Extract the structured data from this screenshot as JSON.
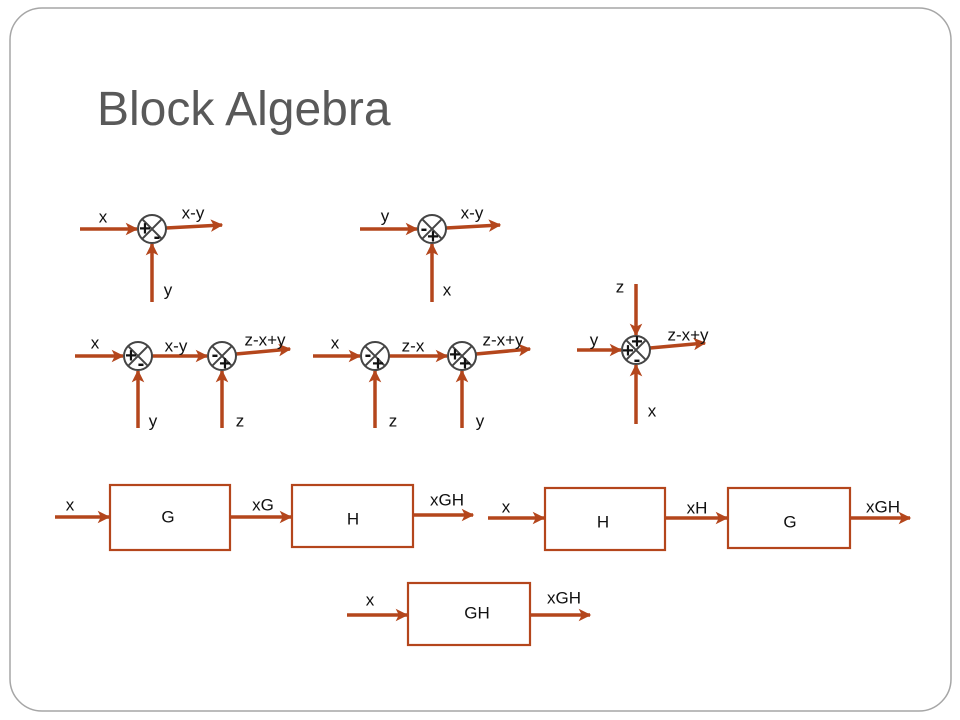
{
  "slide": {
    "title": "Block Algebra"
  },
  "colors": {
    "arrow": "#b4461c",
    "block_border": "#b4461c",
    "junction": "#454545",
    "title": "#595959",
    "label": "#111111",
    "frame": "#a6a6a6"
  },
  "summing_junctions": [
    {
      "left_input": "x",
      "bottom_input": "y",
      "output": "x-y",
      "sign_left": "+",
      "sign_bottom": "-"
    },
    {
      "left_input": "y",
      "bottom_input": "x",
      "output": "x-y",
      "sign_left": "-",
      "sign_bottom": "+"
    }
  ],
  "cascaded_junctions": [
    {
      "left_input": "x",
      "bottom_input_1": "y",
      "intermediate": "x-y",
      "bottom_input_2": "z",
      "output": "z-x+y",
      "junction_1_signs": {
        "left": "+",
        "bottom": "-"
      },
      "junction_2_signs": {
        "left": "-",
        "bottom": "+"
      }
    },
    {
      "left_input": "x",
      "bottom_input_1": "z",
      "intermediate": "z-x",
      "bottom_input_2": "y",
      "output": "z-x+y",
      "junction_1_signs": {
        "left": "-",
        "bottom": "+"
      },
      "junction_2_signs": {
        "left": "+",
        "bottom": "+"
      }
    }
  ],
  "three_input_junction": {
    "top_input": "z",
    "left_input": "y",
    "bottom_input": "x",
    "output": "z-x+y",
    "sign_top": "+",
    "sign_left": "+",
    "sign_bottom": "-"
  },
  "series_blocks": [
    {
      "input": "x",
      "block_1": "G",
      "intermediate": "xG",
      "block_2": "H",
      "output": "xGH"
    },
    {
      "input": "x",
      "block_1": "H",
      "intermediate": "xH",
      "block_2": "G",
      "output": "xGH"
    }
  ],
  "equivalent_block": {
    "input": "x",
    "block": "GH",
    "output": "xGH"
  }
}
